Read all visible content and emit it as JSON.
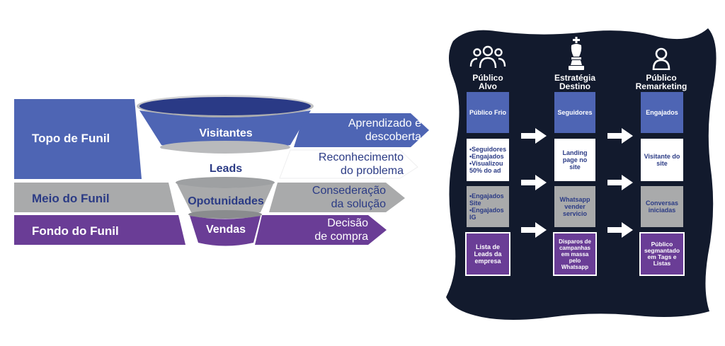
{
  "colors": {
    "dark_blue": "#2b3b85",
    "mid_blue": "#4e65b4",
    "grey": "#a9aaab",
    "purple": "#6a3d96",
    "navy_panel": "#121a2d",
    "white": "#ffffff"
  },
  "funnel": {
    "stages": [
      {
        "label": "Topo de Funil"
      },
      {
        "label": "Meio do Funil"
      },
      {
        "label": "Fondo do Funil"
      }
    ],
    "levels": [
      {
        "label": "Visitantes"
      },
      {
        "label": "Leads"
      },
      {
        "label": "Opotunidades"
      },
      {
        "label": "Vendas"
      }
    ],
    "descriptions": [
      {
        "line1": "Aprendizado e",
        "line2": "descoberta"
      },
      {
        "line1": "Reconhecimento",
        "line2": "do problema"
      },
      {
        "line1": "Consederação",
        "line2": "da solução"
      },
      {
        "line1": "Decisão",
        "line2": "de compra"
      }
    ]
  },
  "strategy": {
    "columns": [
      {
        "line1": "Público",
        "line2": "Alvo",
        "icon": "people-group-icon"
      },
      {
        "line1": "Estratégia",
        "line2": "Destino",
        "icon": "chess-king-icon"
      },
      {
        "line1": "Público",
        "line2": "Remarketing",
        "icon": "person-icon"
      }
    ],
    "rows": [
      {
        "alvo": "Público Frio",
        "destino": "Seguidores",
        "remarketing": "Engajados"
      },
      {
        "alvo_items": [
          "•Seguidores",
          "•Engajados",
          "•Visualizou 50% do ad"
        ],
        "destino": "Landing page no site",
        "remarketing": "Visitante do site"
      },
      {
        "alvo_items": [
          "•Engajados Site",
          "•Engajados IG"
        ],
        "destino": "Whatsapp vender servicio",
        "remarketing": "Conversas iniciadas"
      },
      {
        "alvo": "Lista de Leads da empresa",
        "destino": "Disparos de campanhas em massa pelo Whatsapp",
        "remarketing": "Público segmantado em Tags e Listas"
      }
    ]
  }
}
